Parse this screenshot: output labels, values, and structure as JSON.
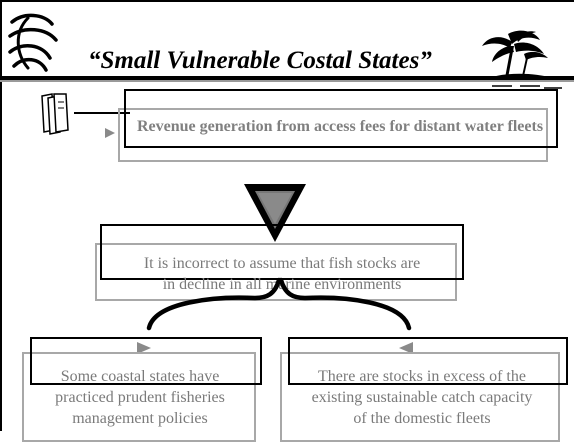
{
  "title": "“Small Vulnerable Costal States”",
  "top_box": {
    "text": "Revenue generation from access fees for distant water fleets"
  },
  "middle_box": {
    "line1": "It is incorrect to assume that fish stocks are",
    "line2": "in decline in all marine environments"
  },
  "left_box": {
    "line1": "Some coastal states have",
    "line2": "practiced prudent fisheries",
    "line3": "management policies"
  },
  "right_box": {
    "line1": "There are stocks in excess of the",
    "line2": "existing sustainable catch capacity",
    "line3": "of the domestic fleets"
  },
  "icons": [
    "wto-logo-icon",
    "palm-tree-island-icon",
    "document-stack-icon",
    "down-triangle-icon"
  ],
  "colors": {
    "text": "#000000",
    "gray_text": "#808080",
    "shadow_border": "#a8a8a8",
    "triangle": "#000000"
  }
}
